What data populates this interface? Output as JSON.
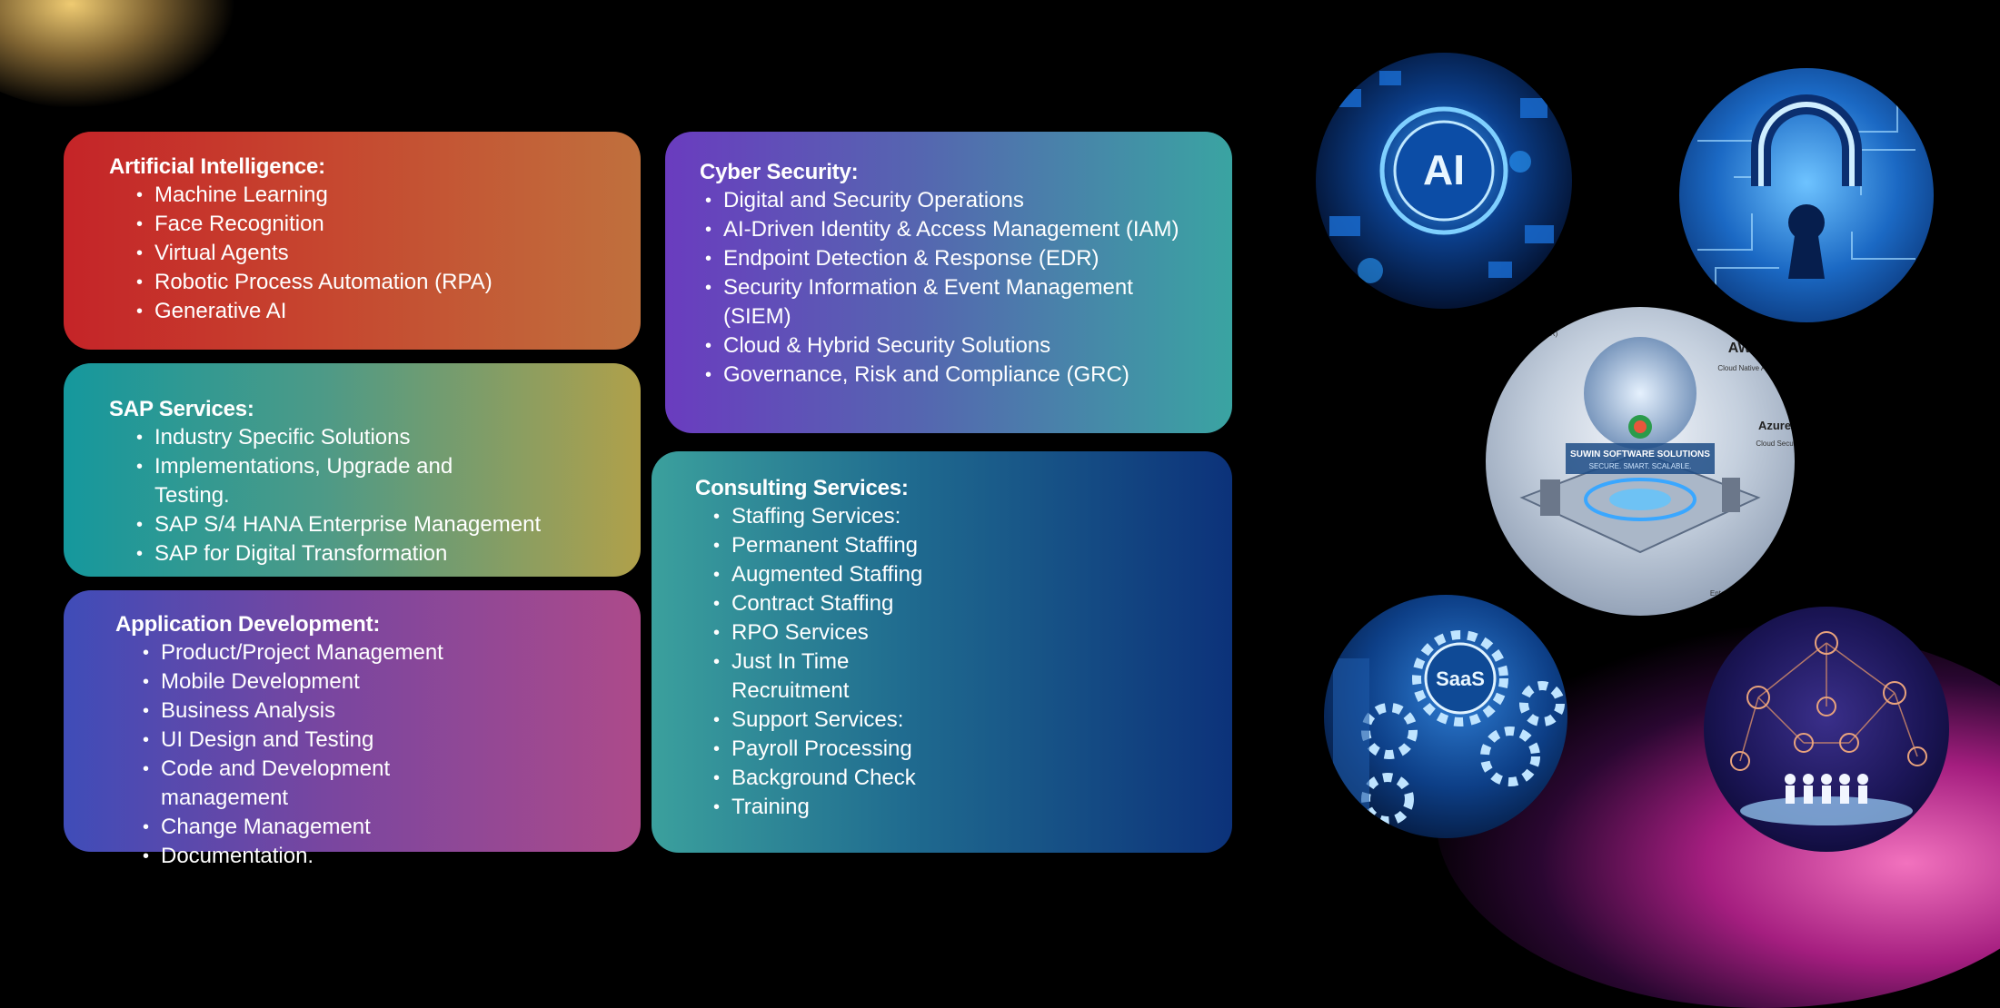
{
  "ai": {
    "title": "Artificial Intelligence:",
    "items": [
      "Machine Learning",
      "Face Recognition",
      "Virtual Agents",
      "Robotic Process Automation (RPA)",
      "Generative AI"
    ]
  },
  "sap": {
    "title": "SAP Services:",
    "items": [
      "Industry Specific Solutions",
      "Implementations, Upgrade and Testing.",
      "SAP S/4 HANA Enterprise Management",
      "SAP for Digital Transformation"
    ]
  },
  "app": {
    "title": "Application Development:",
    "items": [
      "Product/Project Management",
      "Mobile Development",
      "Business Analysis",
      "UI Design and Testing",
      "Code and Development management",
      "Change Management",
      "Documentation."
    ]
  },
  "cyber": {
    "title": "Cyber Security:",
    "items": [
      "Digital and Security Operations",
      "AI-Driven Identity & Access Management (IAM)",
      "Endpoint Detection & Response (EDR)",
      "Security Information & Event Management (SIEM)",
      "Cloud & Hybrid Security Solutions",
      "Governance, Risk and Compliance (GRC)"
    ]
  },
  "consult": {
    "title": "Consulting Services:",
    "items": [
      "Staffing Services:",
      "Permanent Staffing",
      "Augmented Staffing",
      "Contract Staffing",
      "RPO Services",
      "Just In Time Recruitment",
      "Support Services:",
      "Payroll Processing",
      "Background Check",
      "Training"
    ]
  },
  "images": {
    "ai_label": "AI",
    "saas_label": "SaaS",
    "center_brand": "SUWIN SOFTWARE SOLUTIONS",
    "center_tagline": "SECURE. SMART. SCALABLE.",
    "center_aws": "AWS",
    "center_azure": "Azure",
    "center_cloud_native": "Cloud Native Applic",
    "center_cloud_security": "Cloud Secu",
    "center_edr": "n & Response (EDR)",
    "center_enterprise": "Enterpr"
  }
}
